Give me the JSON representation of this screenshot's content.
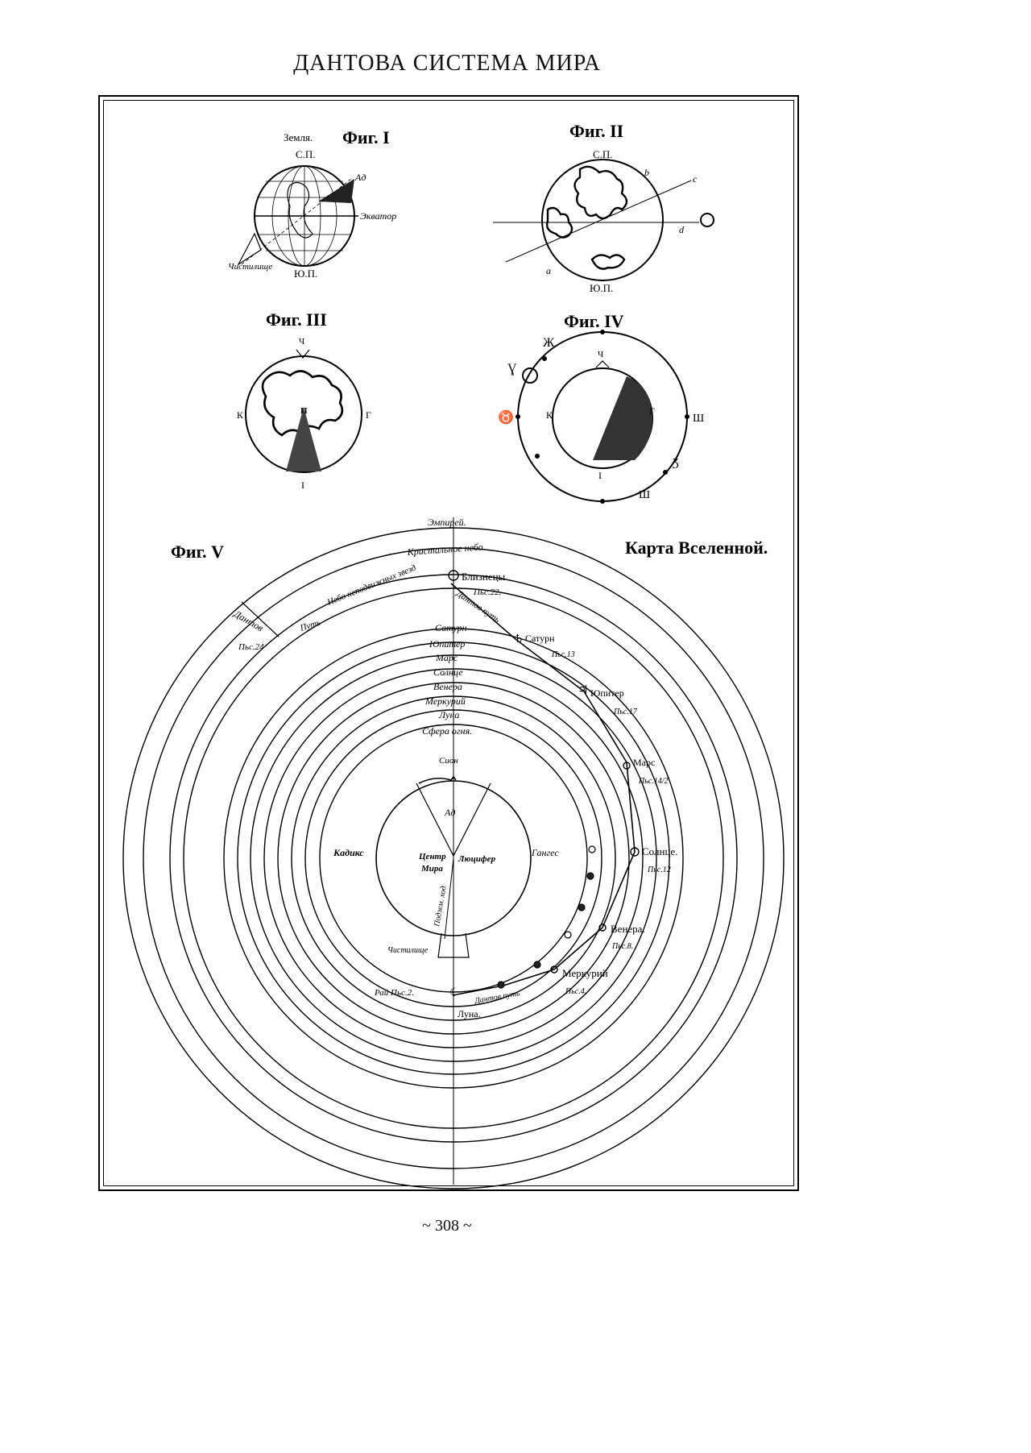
{
  "page": {
    "title": "ДАНТОВА СИСТЕМА МИРА",
    "page_number": "~ 308 ~"
  },
  "fig1": {
    "label": "Фиг. I",
    "caption": "Земля.",
    "north": "С.П.",
    "south": "Ю.П.",
    "ad": "Ад",
    "equator": "Экватор",
    "purgatory": "Чистилище"
  },
  "fig2": {
    "label": "Фиг. II",
    "north": "С.П.",
    "south": "Ю.П.",
    "pt_a": "a",
    "pt_b": "b",
    "pt_c": "c",
    "pt_d": "d"
  },
  "fig3": {
    "label": "Фиг. III",
    "top": "Ч",
    "left": "К",
    "right": "Г",
    "bottom": "I",
    "center": "П"
  },
  "fig4": {
    "label": "Фиг. IV",
    "top": "Ч",
    "left": "К",
    "right": "Г",
    "bottom": "I",
    "zodiac": [
      "Ж",
      "Ɣ",
      "♉",
      "Ш",
      "Ʒ",
      "Ш"
    ]
  },
  "fig5": {
    "label": "Фиг. V",
    "map_title": "Карта Вселенной.",
    "empyrean": "Эмпирей.",
    "crystal_sky": "Кристальное небо.",
    "fixed_stars": "Небо неподвижных звезд",
    "gemini": "Близнецы.",
    "gemini_ref": "Пьс.22.",
    "dante_path_top": "Дантов путь",
    "dante_label": "Дантов",
    "path_word": "Путь",
    "left_ref": "Пьс.24",
    "spheres": [
      "Сатурн",
      "Юпитер",
      "Марс",
      "Солнце",
      "Венера",
      "Меркурий",
      "Луна",
      "Сфера огня."
    ],
    "saturn": "Сатурн",
    "saturn_ref": "Пьс.13",
    "jupiter": "Юпитер",
    "jupiter_ref": "Пьс.17",
    "mars": "Марс",
    "mars_ref": "Пьс.14/2",
    "sun": "Солнце.",
    "sun_ref": "Пьс.12",
    "venus": "Венера.",
    "venus_ref": "Пьс.8.",
    "mercury": "Меркурий",
    "mercury_ref": "Пьс.4.",
    "moon": "Луна.",
    "paradise_ref": "Рай Пьс.2.",
    "dante_path_bottom": "Дантов путь",
    "sion": "Сион",
    "hell": "Ад",
    "cadiz": "Кадикс",
    "ganges": "Гангес",
    "center1": "Центр",
    "center2": "Мира",
    "lucifer": "Люцифер",
    "underground": "Подзем. ход",
    "purgatory": "Чистилище"
  }
}
